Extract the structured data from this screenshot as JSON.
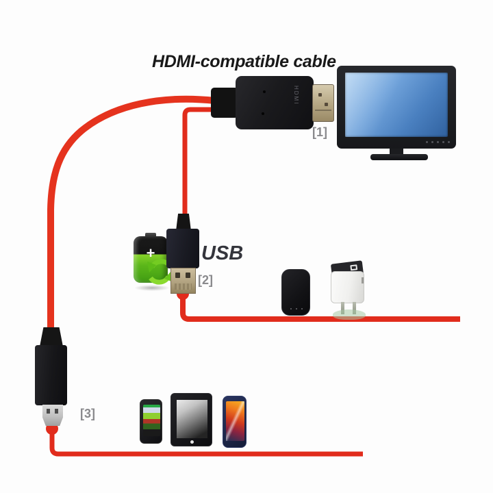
{
  "diagram": {
    "title": "HDMI-compatible cable",
    "usb_label": "USB",
    "adapter_marking": "HDMI",
    "labels": {
      "hdmi_out": "[1]",
      "usb_power": "[2]",
      "micro_usb": "[3]"
    },
    "colors": {
      "cable_red": "#e5331e",
      "annotation_red": "#e12c1c",
      "label_gray": "#8a8a8d",
      "title_dark": "#191919",
      "screen_blue": "#4a80c0"
    },
    "components": {
      "adapter": "mhl-hdmi-adapter",
      "display": "monitor-with-blue-screen",
      "power": "battery-icon",
      "usb_connector": "usb-a-connector",
      "accessories": [
        "power-bank",
        "usb-wall-charger"
      ],
      "micro_connector": "micro-usb-connector",
      "devices": [
        "android-smartphone",
        "tablet",
        "galaxy-smartphone"
      ]
    }
  }
}
